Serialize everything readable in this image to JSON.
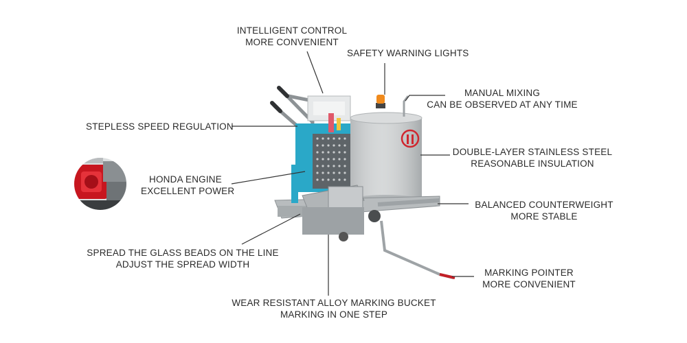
{
  "callouts": {
    "intelligent_control": [
      "INTELLIGENT CONTROL",
      "MORE CONVENIENT"
    ],
    "safety_lights": [
      "SAFETY WARNING LIGHTS"
    ],
    "manual_mixing": [
      "MANUAL MIXING",
      "CAN BE OBSERVED AT ANY TIME"
    ],
    "stepless_speed": [
      "STEPLESS SPEED REGULATION"
    ],
    "stainless_steel": [
      "DOUBLE-LAYER STAINLESS STEEL",
      "REASONABLE INSULATION"
    ],
    "honda_engine": [
      "HONDA ENGINE",
      "EXCELLENT POWER"
    ],
    "counterweight": [
      "BALANCED COUNTERWEIGHT",
      "MORE STABLE"
    ],
    "glass_beads": [
      "SPREAD THE GLASS BEADS ON THE LINE",
      "ADJUST THE SPREAD WIDTH"
    ],
    "marking_pointer": [
      "MARKING POINTER",
      "MORE CONVENIENT"
    ],
    "marking_bucket": [
      "WEAR RESISTANT ALLOY MARKING BUCKET",
      "MARKING IN ONE STEP"
    ]
  },
  "colors": {
    "text": "#2a2a2a",
    "leader_line": "#333333",
    "tank": "#c9cccd",
    "frame": "#b8bcbe",
    "panel_blue": "#2aa8c8",
    "warning_light": "#f08a1c",
    "engine_red": "#d21f2a",
    "logo_red": "#d0262e"
  },
  "icons": [
    "machine-illustration",
    "honda-engine-photo",
    "warning-light-icon",
    "logo-icon"
  ]
}
